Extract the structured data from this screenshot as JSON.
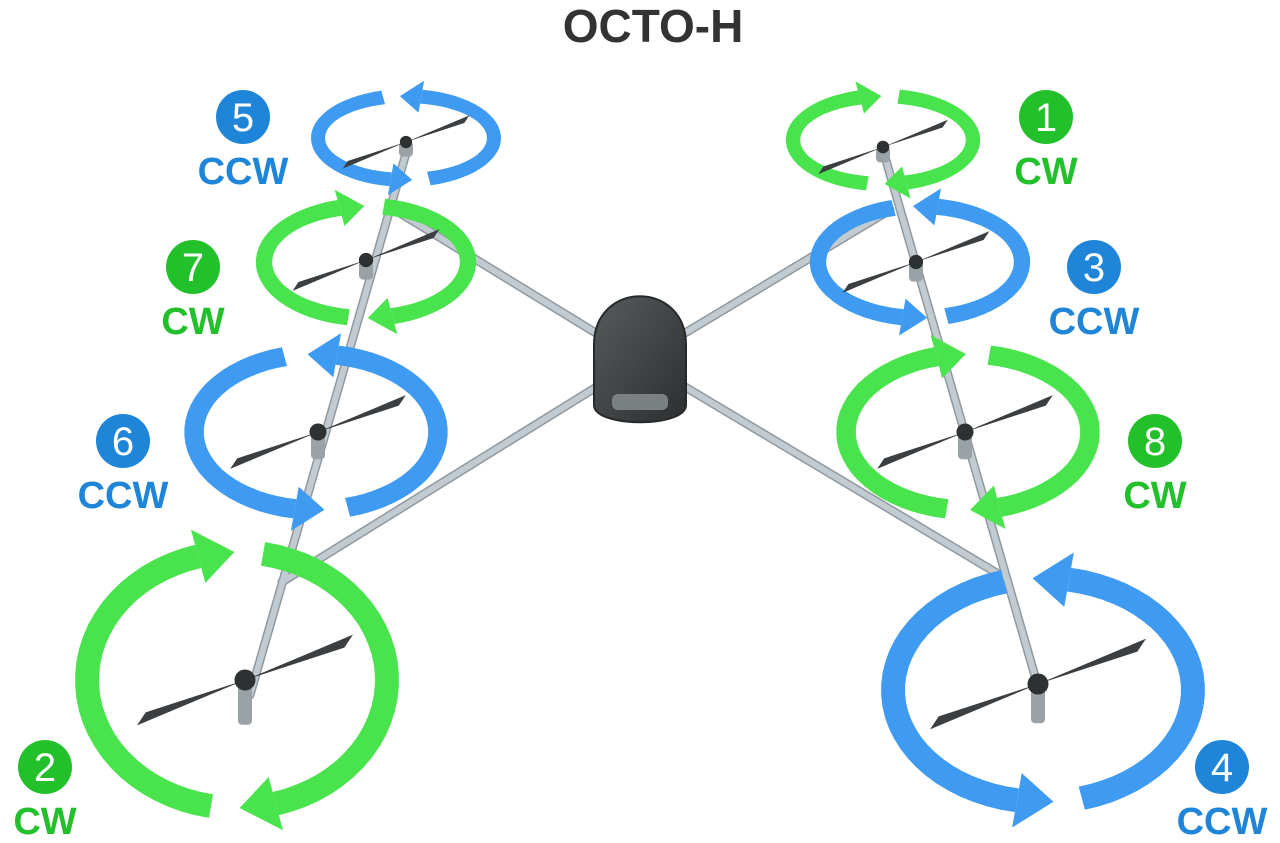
{
  "title": "OCTO-H",
  "colors": {
    "cw": "#22c02b",
    "cw_ring": "#49e34d",
    "ccw": "#1f85d8",
    "ccw_ring": "#3f9bf2",
    "arm": "#c2cbd1",
    "body": "#3d4142",
    "propeller": "#3b3f41",
    "title": "#333333"
  },
  "motors": [
    {
      "number": "1",
      "direction": "CW",
      "rotation": "cw"
    },
    {
      "number": "2",
      "direction": "CW",
      "rotation": "cw"
    },
    {
      "number": "3",
      "direction": "CCW",
      "rotation": "ccw"
    },
    {
      "number": "4",
      "direction": "CCW",
      "rotation": "ccw"
    },
    {
      "number": "5",
      "direction": "CCW",
      "rotation": "ccw"
    },
    {
      "number": "6",
      "direction": "CCW",
      "rotation": "ccw"
    },
    {
      "number": "7",
      "direction": "CW",
      "rotation": "cw"
    },
    {
      "number": "8",
      "direction": "CW",
      "rotation": "cw"
    }
  ]
}
